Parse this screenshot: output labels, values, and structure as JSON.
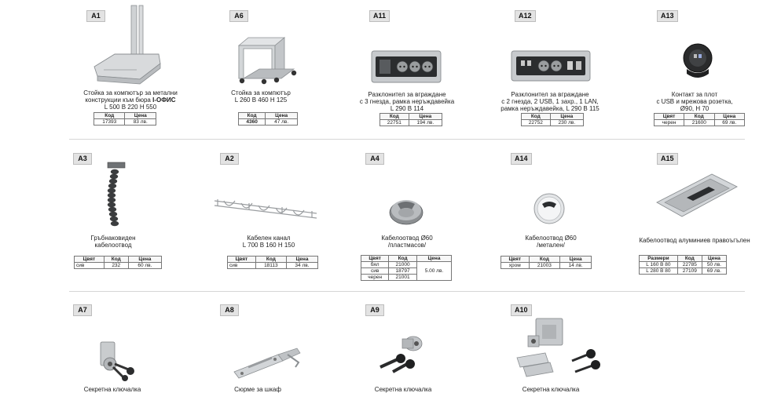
{
  "products": {
    "a1": {
      "code": "A1",
      "lines": [
        "Стойка за компютър за метални",
        "конструкции към бюра",
        "L 500   B 220   H 550"
      ],
      "brand": "I-ОФИС",
      "headers": [
        "Код",
        "Цена"
      ],
      "rows": [
        [
          "17393",
          "83 лв."
        ]
      ]
    },
    "a6": {
      "code": "A6",
      "lines": [
        "Стойка за компютър",
        "L 260   B 460   H 125"
      ],
      "headers": [
        "Код",
        "Цена"
      ],
      "rows": [
        [
          "4360",
          "47 лв."
        ]
      ]
    },
    "a11": {
      "code": "A11",
      "lines": [
        "Разклонител за вграждане",
        "с 3 гнезда, рамка неръждавейка",
        "L 290   B 114"
      ],
      "headers": [
        "Код",
        "Цена"
      ],
      "rows": [
        [
          "22751",
          "194 лв."
        ]
      ]
    },
    "a12": {
      "code": "A12",
      "lines": [
        "Разклонител за вграждане",
        "с 2 гнезда, 2 USB, 1 захр., 1 LAN,",
        "рамка неръждавейка, L 290   B 115"
      ],
      "headers": [
        "Код",
        "Цена"
      ],
      "rows": [
        [
          "22752",
          "230 лв."
        ]
      ]
    },
    "a13": {
      "code": "A13",
      "lines": [
        "Контакт за плот",
        "с USB и мрежова розетка,",
        "Ø90,   H 70"
      ],
      "headers": [
        "Цвят",
        "Код",
        "Цена"
      ],
      "rows": [
        [
          "черен",
          "21600",
          "69 лв."
        ]
      ]
    },
    "a3": {
      "code": "A3",
      "lines": [
        "Гръбнаковиден",
        "кабелоотвод"
      ],
      "headers": [
        "Цвят",
        "Код",
        "Цена"
      ],
      "rows": [
        [
          "сив",
          "232",
          "60 лв."
        ]
      ]
    },
    "a2": {
      "code": "A2",
      "lines": [
        "Кабелен канал",
        "L 700   B 160   H 150"
      ],
      "headers": [
        "Цвят",
        "Код",
        "Цена"
      ],
      "rows": [
        [
          "сив",
          "18113",
          "34 лв."
        ]
      ]
    },
    "a4": {
      "code": "A4",
      "lines": [
        "Кабелоотвод Ø60",
        "/пластмасов/"
      ],
      "headers": [
        "Цвят",
        "Код",
        "Цена"
      ],
      "rows": [
        [
          "бял",
          "21000"
        ],
        [
          "сив",
          "18797"
        ],
        [
          "черен",
          "21001"
        ]
      ],
      "price": "5.00 лв."
    },
    "a14": {
      "code": "A14",
      "lines": [
        "Кабелоотвод Ø60",
        "/метален/"
      ],
      "headers": [
        "Цвят",
        "Код",
        "Цена"
      ],
      "rows": [
        [
          "хром",
          "21003",
          "14 лв."
        ]
      ]
    },
    "a15": {
      "code": "A15",
      "lines": [
        "Кабелоотвод алуминиев правоъгълен"
      ],
      "headers": [
        "Размери",
        "Код",
        "Цена"
      ],
      "rows": [
        [
          "L 160 B 80",
          "22785",
          "50 лв."
        ],
        [
          "L 280 B 80",
          "27109",
          "69 лв."
        ]
      ]
    },
    "a7": {
      "code": "A7",
      "lines": [
        "Секретна ключалка"
      ]
    },
    "a8": {
      "code": "A8",
      "lines": [
        "Сюрме за шкаф"
      ]
    },
    "a9": {
      "code": "A9",
      "lines": [
        "Секретна ключалка"
      ]
    },
    "a10": {
      "code": "A10",
      "lines": [
        "Секретна ключалка"
      ]
    }
  }
}
